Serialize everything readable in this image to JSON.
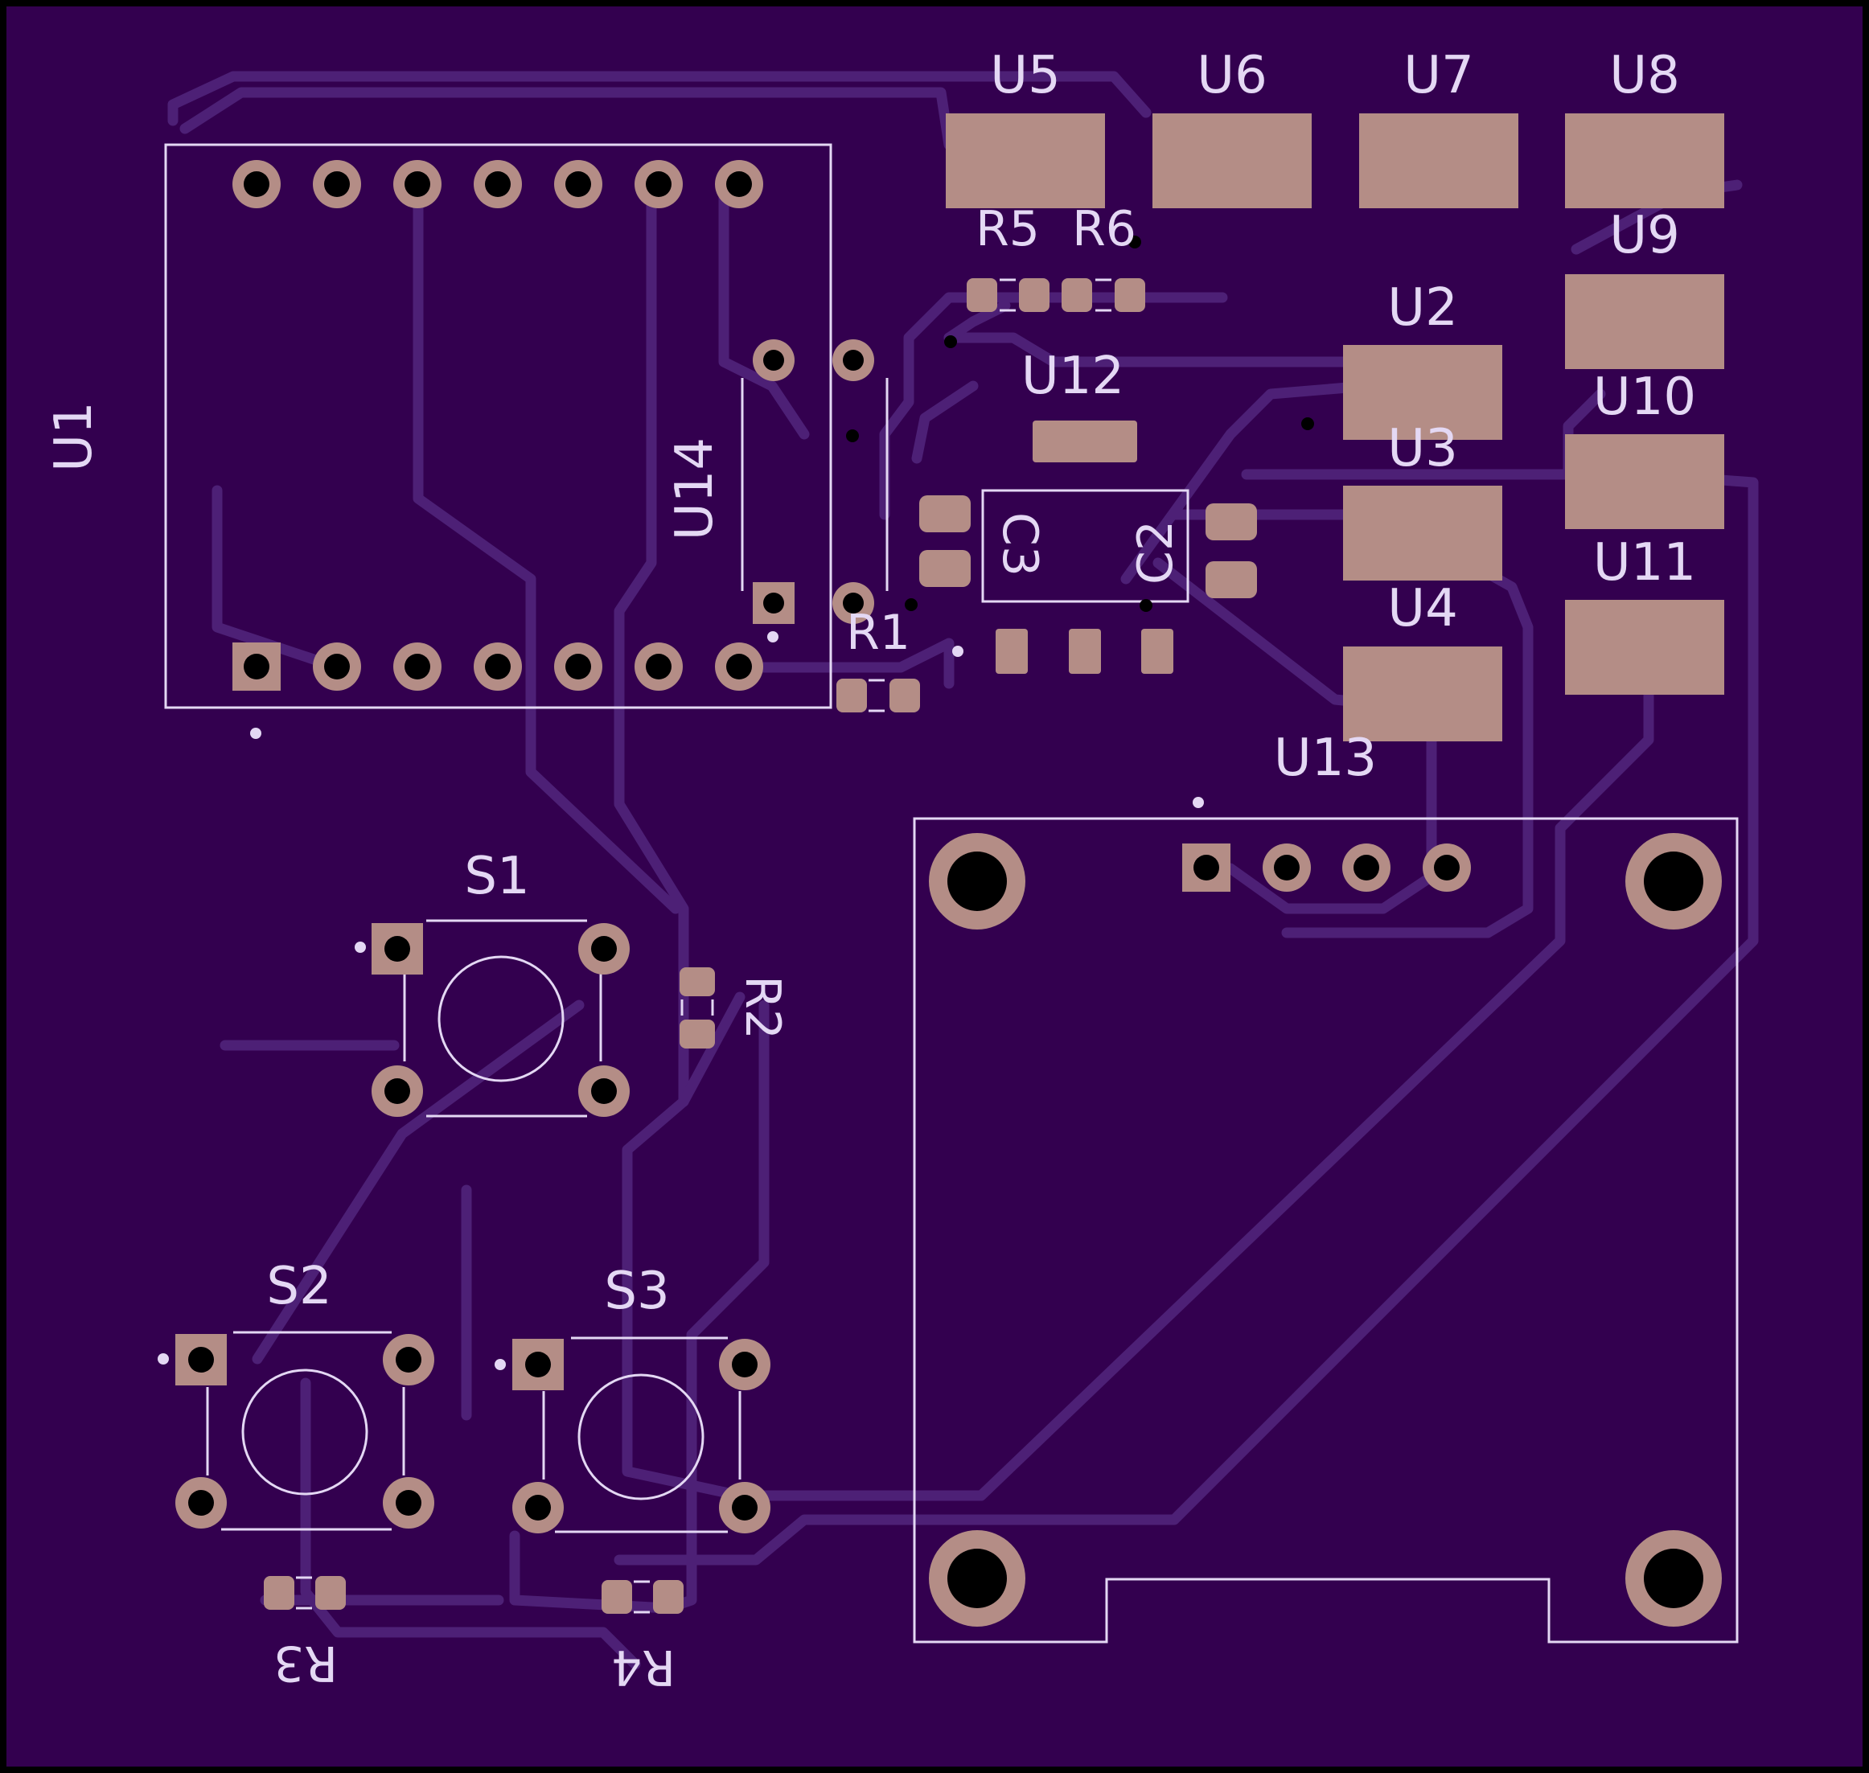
{
  "colors": {
    "board": "#33004f",
    "edge": "#000000",
    "trace": "#4d2076",
    "pad": "#b48d86",
    "silk": "#e4d8f4",
    "drill": "#000000"
  },
  "labels": {
    "u1": "U1",
    "u2": "U2",
    "u3": "U3",
    "u4": "U4",
    "u5": "U5",
    "u6": "U6",
    "u7": "U7",
    "u8": "U8",
    "u9": "U9",
    "u10": "U10",
    "u11": "U11",
    "u12": "U12",
    "u13": "U13",
    "u14": "U14",
    "r1": "R1",
    "r2": "R2",
    "r3": "R3",
    "r4": "R4",
    "r5": "R5",
    "r6": "R6",
    "c2": "C2",
    "c3": "C3",
    "s1": "S1",
    "s2": "S2",
    "s3": "S3"
  }
}
